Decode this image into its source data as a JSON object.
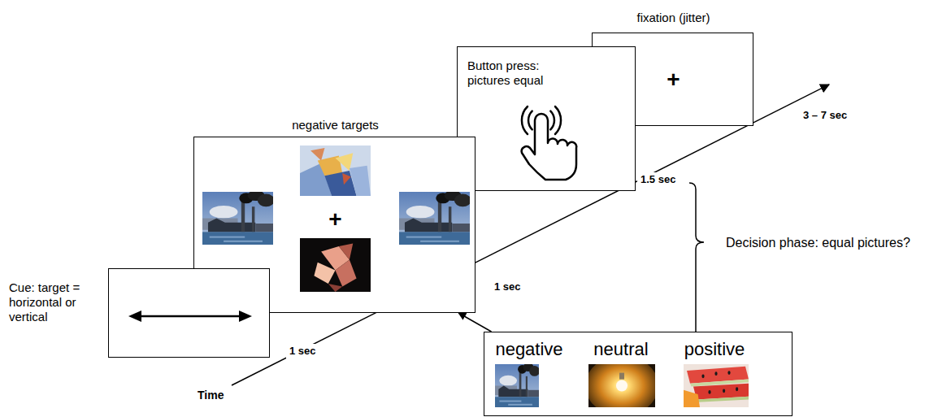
{
  "diagram": {
    "nodes": [
      {
        "text": [
          "Cue: target = horizontal or vertical"
        ]
      },
      {
        "text": [
          "negative targets",
          "+"
        ]
      },
      {
        "text": [
          "Button press: pictures equal"
        ]
      },
      {
        "text": [
          "fixation (jitter)",
          "+"
        ]
      },
      {
        "text": [
          "negative",
          "neutral",
          "positive"
        ]
      }
    ],
    "edges": [
      {
        "from": 4,
        "to": 1,
        "arrow": "to"
      }
    ],
    "labels": [
      "1 sec",
      "1 sec",
      "1.5 sec",
      "3 – 7 sec",
      "Time",
      "Decision phase: equal pictures?"
    ]
  }
}
